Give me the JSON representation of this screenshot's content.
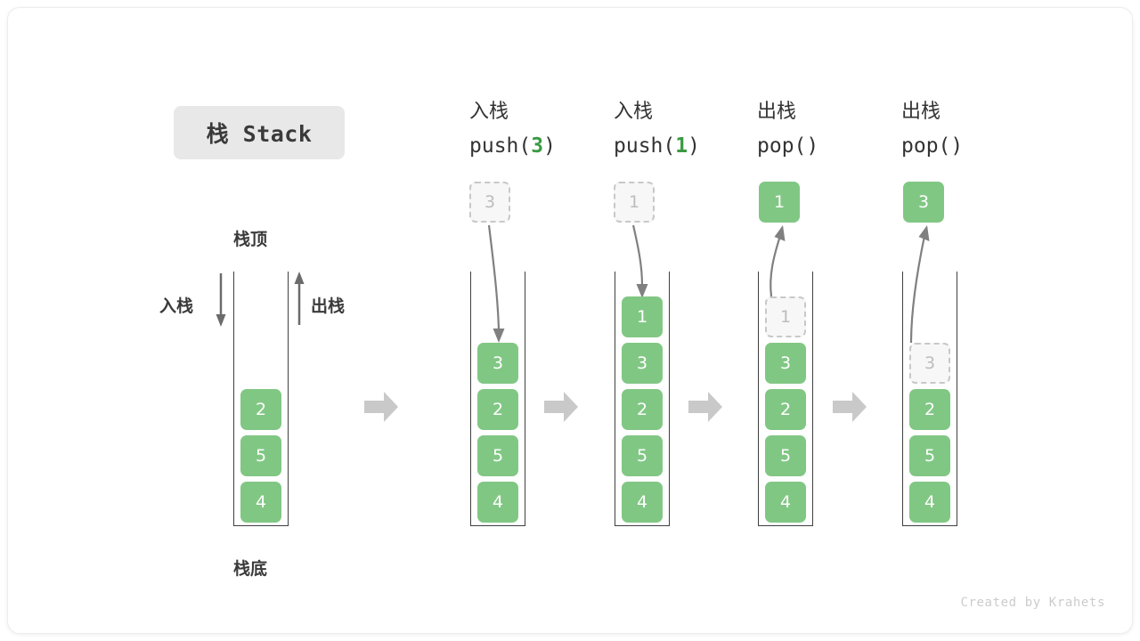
{
  "title": "栈 Stack",
  "colors": {
    "cell_fill": "#81c784",
    "cell_text": "#ffffff",
    "ghost_fill": "#f7f7f7",
    "ghost_border": "#c8c8c8",
    "ghost_text": "#bdbdbd",
    "accent_green": "#3a9a43",
    "arrow_gray": "#c9c9c9",
    "curve_gray": "#808080",
    "text_dark": "#333333",
    "chip_bg": "#e8e8e8"
  },
  "overview": {
    "top_label": "栈顶",
    "bottom_label": "栈底",
    "push_label": "入栈",
    "pop_label": "出栈",
    "cells": [
      "2",
      "5",
      "4"
    ]
  },
  "steps": [
    {
      "op_cjk": "入栈",
      "op_code_prefix": "push(",
      "op_code_arg": "3",
      "op_code_suffix": ")",
      "kind": "push",
      "floating": {
        "value": "3",
        "style": "ghost"
      },
      "stack": [
        {
          "value": "3",
          "style": "solid"
        },
        {
          "value": "2",
          "style": "solid"
        },
        {
          "value": "5",
          "style": "solid"
        },
        {
          "value": "4",
          "style": "solid"
        }
      ]
    },
    {
      "op_cjk": "入栈",
      "op_code_prefix": "push(",
      "op_code_arg": "1",
      "op_code_suffix": ")",
      "kind": "push",
      "floating": {
        "value": "1",
        "style": "ghost"
      },
      "stack": [
        {
          "value": "1",
          "style": "solid"
        },
        {
          "value": "3",
          "style": "solid"
        },
        {
          "value": "2",
          "style": "solid"
        },
        {
          "value": "5",
          "style": "solid"
        },
        {
          "value": "4",
          "style": "solid"
        }
      ]
    },
    {
      "op_cjk": "出栈",
      "op_code_prefix": "pop(",
      "op_code_arg": "",
      "op_code_suffix": ")",
      "kind": "pop",
      "floating": {
        "value": "1",
        "style": "solid"
      },
      "stack": [
        {
          "value": "1",
          "style": "ghost"
        },
        {
          "value": "3",
          "style": "solid"
        },
        {
          "value": "2",
          "style": "solid"
        },
        {
          "value": "5",
          "style": "solid"
        },
        {
          "value": "4",
          "style": "solid"
        }
      ]
    },
    {
      "op_cjk": "出栈",
      "op_code_prefix": "pop(",
      "op_code_arg": "",
      "op_code_suffix": ")",
      "kind": "pop",
      "floating": {
        "value": "3",
        "style": "solid"
      },
      "stack": [
        {
          "value": "3",
          "style": "ghost"
        },
        {
          "value": "2",
          "style": "solid"
        },
        {
          "value": "5",
          "style": "solid"
        },
        {
          "value": "4",
          "style": "solid"
        }
      ]
    }
  ],
  "separators": [
    "arrow-right-icon",
    "arrow-right-icon",
    "arrow-right-icon",
    "arrow-right-icon"
  ],
  "footer": "Created by Krahets"
}
